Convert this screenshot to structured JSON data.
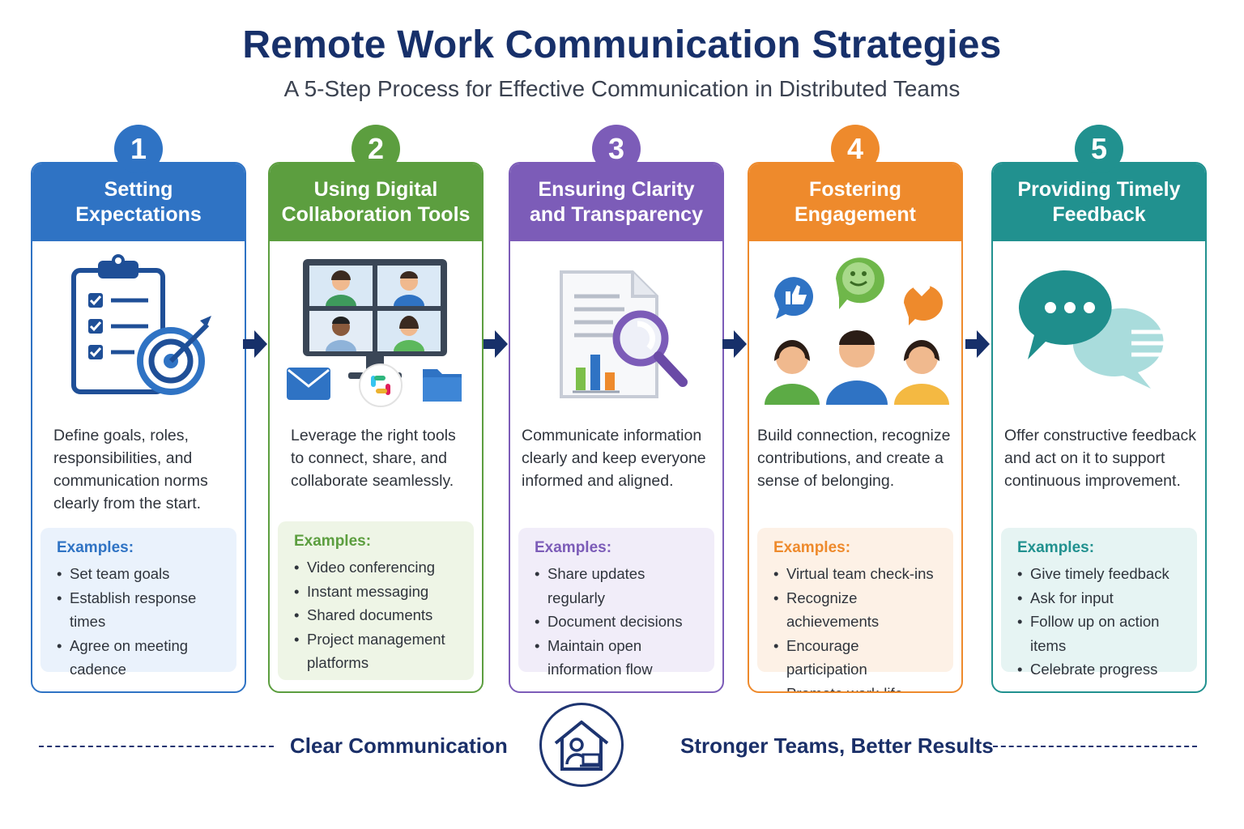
{
  "header": {
    "title": "Remote Work Communication Strategies",
    "subtitle": "A 5-Step Process for Effective Communication in Distributed Teams"
  },
  "examples_heading": "Examples:",
  "steps": [
    {
      "number": "1",
      "title": "Setting Expectations",
      "color": "#2f73c4",
      "light": "#eaf2fc",
      "description": "Define goals, roles, responsibilities, and communication norms clearly from the start.",
      "icon": "clipboard-target-icon",
      "examples": [
        "Set team goals",
        "Establish response times",
        "Agree on meeting cadence"
      ]
    },
    {
      "number": "2",
      "title": "Using Digital Collaboration Tools",
      "color": "#5c9e3f",
      "light": "#eef5e6",
      "description": "Leverage the right tools to connect, share, and collaborate seamlessly.",
      "icon": "video-conference-tools-icon",
      "examples": [
        "Video conferencing",
        "Instant messaging",
        "Shared documents",
        "Project management platforms"
      ]
    },
    {
      "number": "3",
      "title": "Ensuring Clarity and Transparency",
      "color": "#7c5cb8",
      "light": "#f1edf9",
      "description": "Communicate information clearly and keep everyone informed and aligned.",
      "icon": "document-magnifier-icon",
      "examples": [
        "Share updates regularly",
        "Document decisions",
        "Maintain open information flow"
      ]
    },
    {
      "number": "4",
      "title": "Fostering Engagement",
      "color": "#ee8a2c",
      "light": "#fdf1e6",
      "description": "Build connection, recognize contributions, and create a sense of belonging.",
      "icon": "team-reactions-icon",
      "examples": [
        "Virtual team check-ins",
        "Recognize achievements",
        "Encourage participation",
        "Promote work-life balance"
      ]
    },
    {
      "number": "5",
      "title": "Providing Timely Feedback",
      "color": "#21918f",
      "light": "#e6f4f3",
      "description": "Offer constructive feedback and act on it to support continuous improvement.",
      "icon": "chat-bubbles-icon",
      "examples": [
        "Give timely feedback",
        "Ask for input",
        "Follow up on action items",
        "Celebrate progress"
      ]
    }
  ],
  "footer": {
    "left": "Clear Communication",
    "right": "Stronger Teams, Better Results",
    "icon": "home-office-icon"
  }
}
